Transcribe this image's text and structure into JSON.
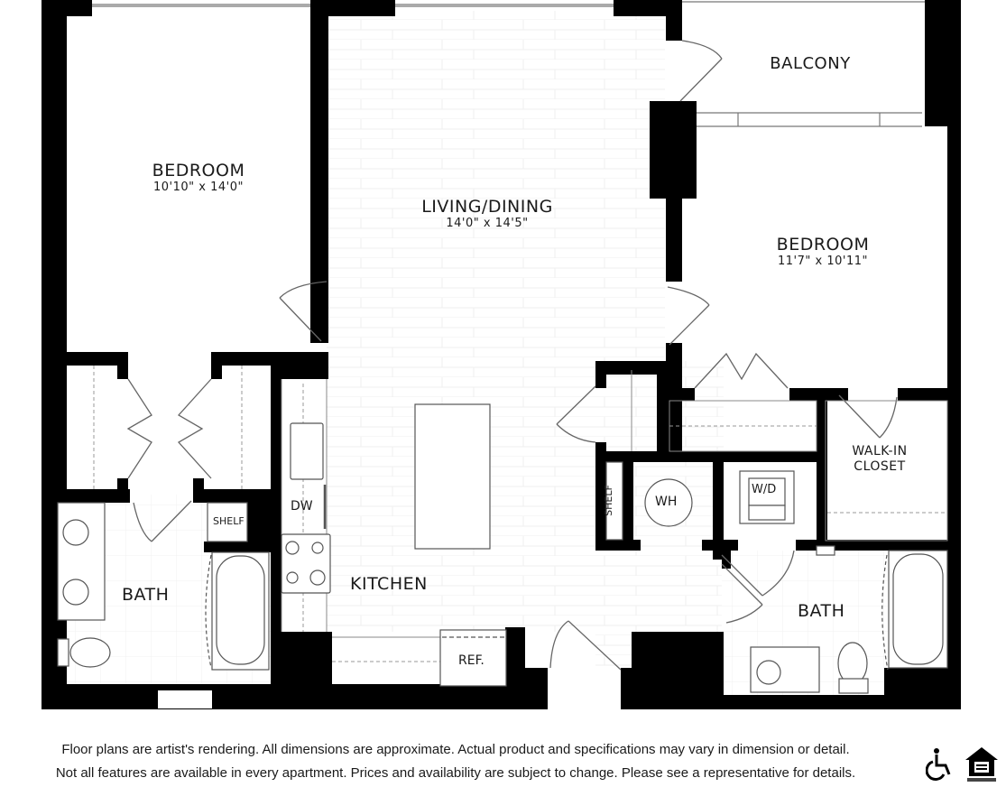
{
  "rooms": {
    "bedroom_left": {
      "name": "BEDROOM",
      "dimensions": "10'10\" x 14'0\""
    },
    "living_dining": {
      "name": "LIVING/DINING",
      "dimensions": "14'0\" x 14'5\""
    },
    "balcony": {
      "name": "BALCONY"
    },
    "bedroom_right": {
      "name": "BEDROOM",
      "dimensions": "11'7\" x 10'11\""
    },
    "walk_in_closet": {
      "name_line1": "WALK-IN",
      "name_line2": "CLOSET"
    },
    "kitchen": {
      "name": "KITCHEN"
    },
    "bath_left": {
      "name": "BATH"
    },
    "bath_right": {
      "name": "BATH"
    }
  },
  "fixtures": {
    "dishwasher": "DW",
    "refrigerator": "REF.",
    "water_heater": "WH",
    "washer_dryer": "W/D",
    "shelf_bath": "SHELF",
    "shelf_hall": "SHELF"
  },
  "footer": {
    "line1": "Floor plans are artist's rendering. All dimensions are approximate. Actual product and specifications may vary in dimension or detail.",
    "line2": "Not all features are available in every apartment. Prices and availability are subject to change. Please see a representative for details."
  },
  "icons": [
    "accessibility-icon",
    "equal-housing-icon"
  ],
  "colors": {
    "wall": "#000000",
    "line": "#555555",
    "background": "#ffffff",
    "floor_grid": "#ececec"
  }
}
